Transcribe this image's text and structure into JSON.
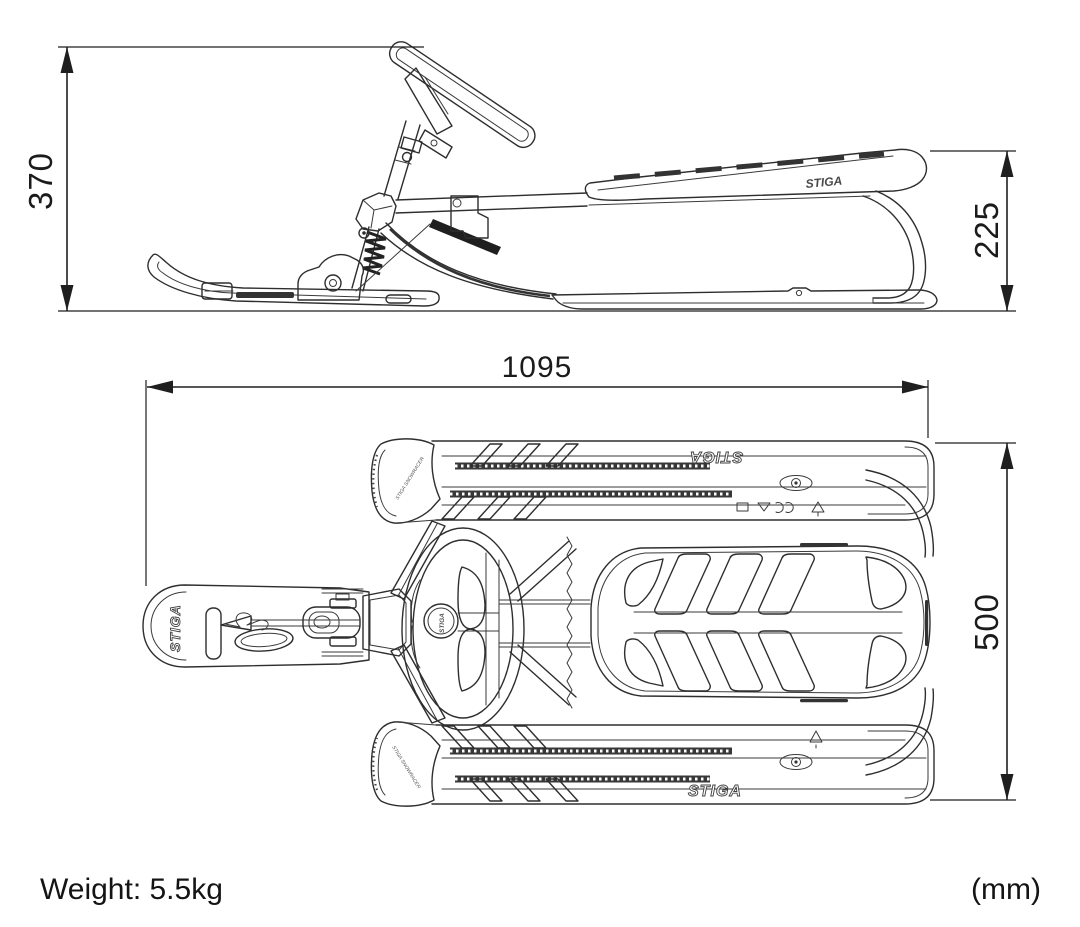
{
  "colors": {
    "background": "#ffffff",
    "line": "#2e2e2e",
    "dark_fill": "#333333"
  },
  "dimensions": {
    "overall_height": "370",
    "seat_height": "225",
    "overall_length": "1095",
    "overall_width": "500"
  },
  "branding": {
    "logo": "STIGA",
    "ski_tip_text": "STIGA SNOWRACER"
  },
  "footer": {
    "weight": "Weight: 5.5kg",
    "units": "(mm)"
  }
}
